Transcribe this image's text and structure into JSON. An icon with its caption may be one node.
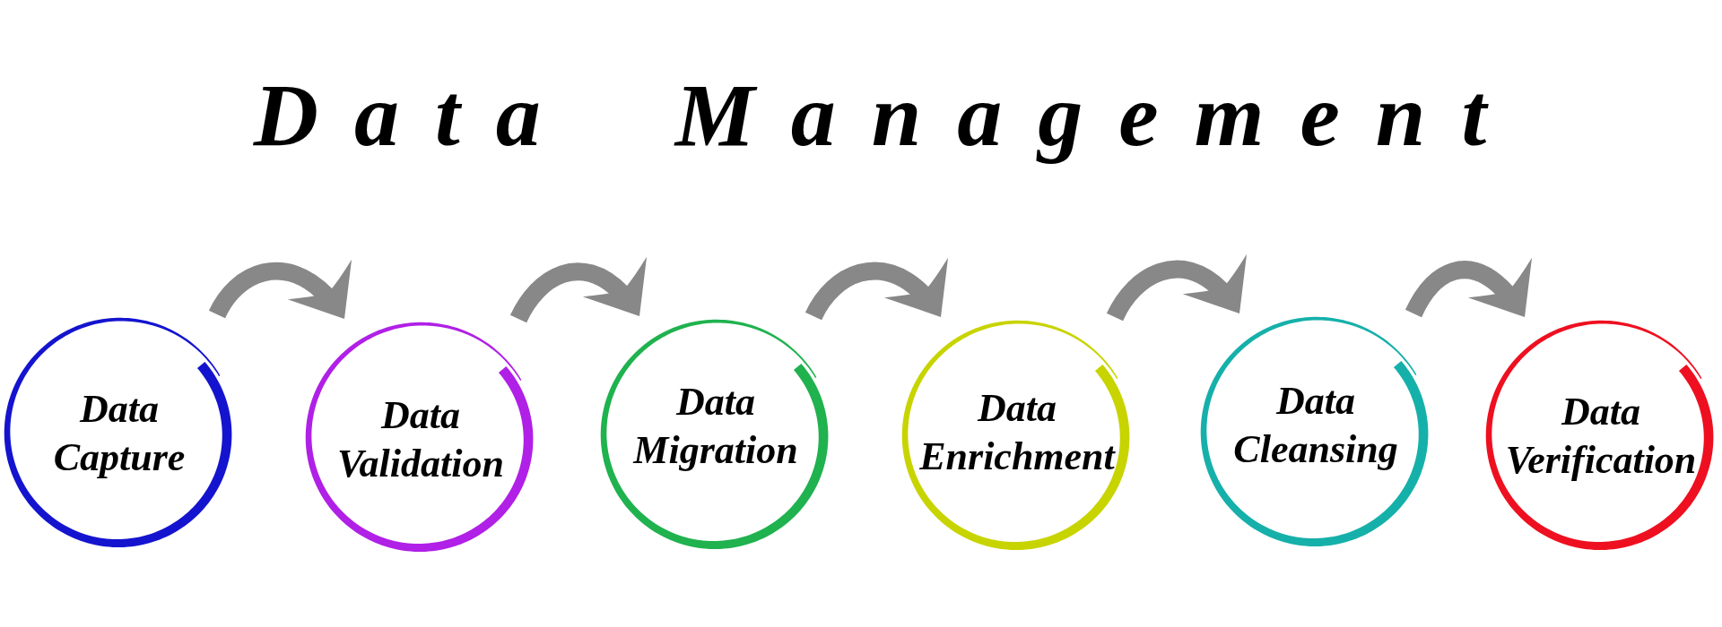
{
  "diagram": {
    "title": "Data Management",
    "nodes": [
      {
        "text": [
          "Data Capture"
        ]
      },
      {
        "text": [
          "Data Validation"
        ]
      },
      {
        "text": [
          "Data Migration"
        ]
      },
      {
        "text": [
          "Data Enrichment"
        ]
      },
      {
        "text": [
          "Data Cleansing"
        ]
      },
      {
        "text": [
          "Data Verification"
        ]
      }
    ],
    "edges": [
      {
        "from": 0,
        "to": 1,
        "arrow": "to"
      },
      {
        "from": 1,
        "to": 2,
        "arrow": "to"
      },
      {
        "from": 2,
        "to": 3,
        "arrow": "to"
      },
      {
        "from": 3,
        "to": 4,
        "arrow": "to"
      },
      {
        "from": 4,
        "to": 5,
        "arrow": "to"
      }
    ]
  }
}
